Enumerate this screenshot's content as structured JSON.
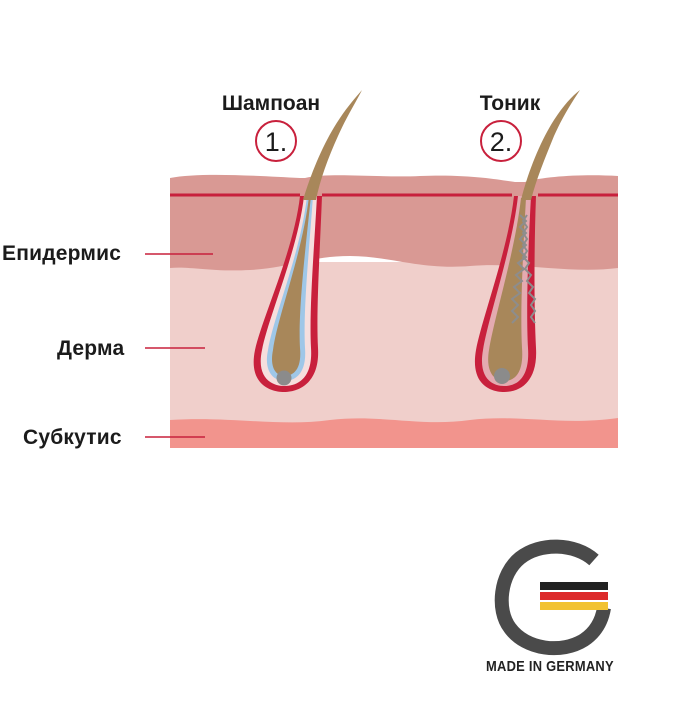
{
  "layers": {
    "epidermis": "Епидермис",
    "dermis": "Дерма",
    "subcutis": "Субкутис"
  },
  "steps": [
    {
      "number": "1.",
      "title": "Шампоан"
    },
    {
      "number": "2.",
      "title": "Тоник"
    }
  ],
  "badge": {
    "text": "MADE IN GERMANY",
    "icon": "germany-g-logo-icon"
  },
  "colors": {
    "accent": "#c8203c",
    "epidermis": "#d99994",
    "dermis": "#f0cfcb",
    "subcutis": "#f2948d",
    "hair": "#a8875a"
  }
}
